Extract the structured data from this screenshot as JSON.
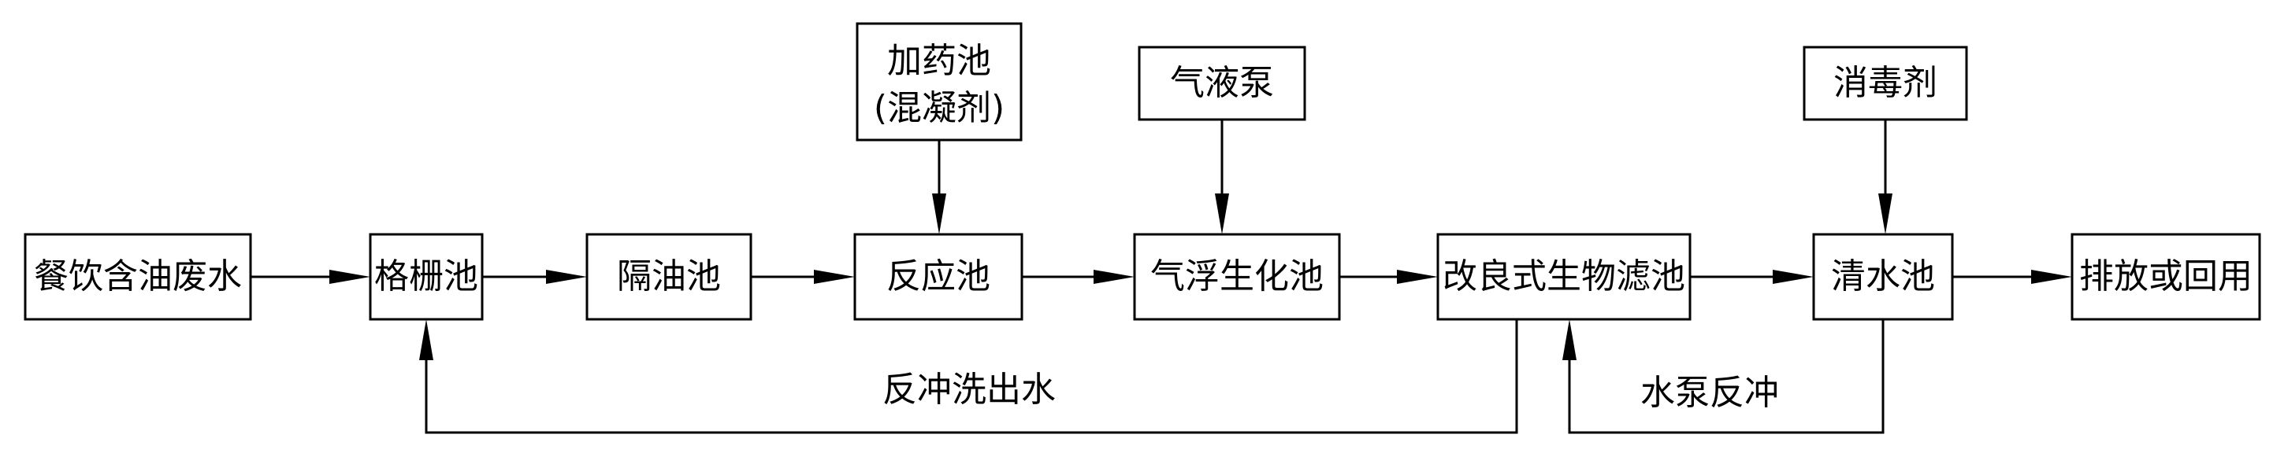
{
  "diagram": {
    "nodes": {
      "wastewater": "餐饮含油废水",
      "screen_tank": "格栅池",
      "oil_separator": "隔油池",
      "reaction_tank": "反应池",
      "dosing_tank_line1": "加药池",
      "dosing_tank_line2": "(混凝剂)",
      "gas_liquid_pump": "气液泵",
      "flotation_bio_tank": "气浮生化池",
      "bio_filter": "改良式生物滤池",
      "disinfectant": "消毒剂",
      "clear_water_tank": "清水池",
      "discharge_reuse": "排放或回用"
    },
    "labels": {
      "backwash_outflow": "反冲洗出水",
      "pump_backwash": "水泵反冲"
    }
  }
}
